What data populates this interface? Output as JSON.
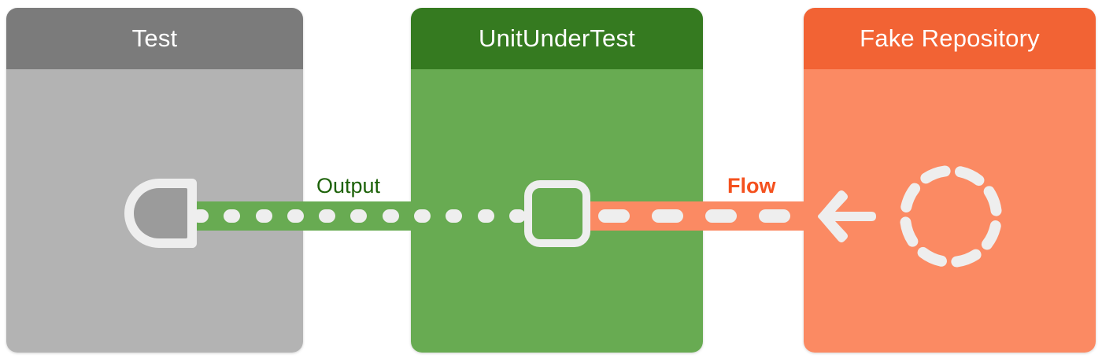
{
  "diagram": {
    "title": "Test / UnitUnderTest / Fake Repository interaction",
    "nodes": [
      {
        "id": "test",
        "title": "Test",
        "header_color": "#7b7b7b",
        "body_color": "#b3b3b3"
      },
      {
        "id": "unit_under_test",
        "title": "UnitUnderTest",
        "header_color": "#357a20",
        "body_color": "#68ab52"
      },
      {
        "id": "fake_repository",
        "title": "Fake Repository",
        "header_color": "#f26334",
        "body_color": "#fb8a63"
      }
    ],
    "connections": [
      {
        "id": "output",
        "label": "Output",
        "label_color": "#1d6209",
        "line_color": "#68ab52",
        "dash_color": "#eeeeee",
        "style": "dotted",
        "from": "unit_under_test",
        "to": "test"
      },
      {
        "id": "flow",
        "label": "Flow",
        "label_color": "#f4511e",
        "line_color": "#fb8a63",
        "dash_color": "#eeeeee",
        "style": "dashed",
        "from": "fake_repository",
        "to": "unit_under_test"
      }
    ],
    "glyphs": {
      "socket": "socket-port-icon",
      "square_port": "square-port-icon",
      "arrow": "arrow-left-icon",
      "dashed_circle": "dashed-circle-icon"
    },
    "output_dot_count": 11,
    "flow_dash_count": 4,
    "dashed_circle_segments": 8
  }
}
